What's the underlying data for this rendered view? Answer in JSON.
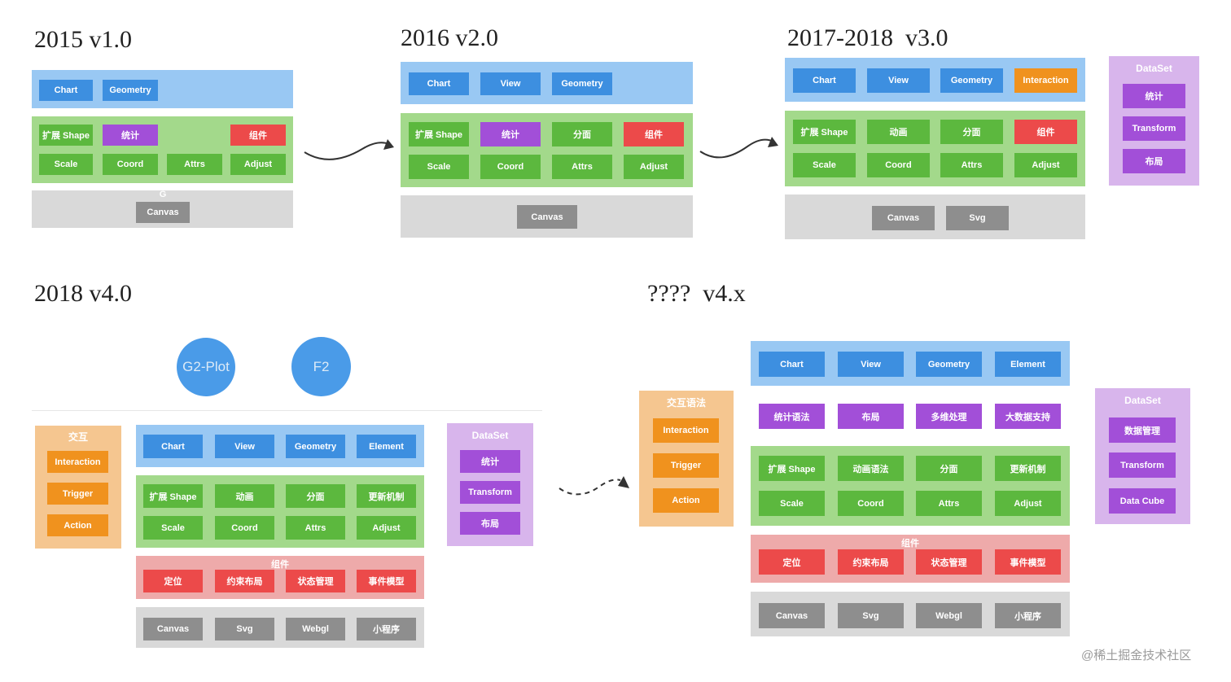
{
  "titles": {
    "v1": "2015 v1.0",
    "v2": "2016 v2.0",
    "v3": "2017-2018  v3.0",
    "v4": "2018 v4.0",
    "v4x": "????  v4.x"
  },
  "v1": {
    "blue": [
      "Chart",
      "Geometry"
    ],
    "row1": [
      "扩展 Shape",
      "统计",
      "组件"
    ],
    "row2": [
      "Scale",
      "Coord",
      "Attrs",
      "Adjust"
    ],
    "g_label": "G",
    "render": [
      "Canvas"
    ]
  },
  "v2": {
    "blue": [
      "Chart",
      "View",
      "Geometry"
    ],
    "row1": [
      "扩展 Shape",
      "统计",
      "分面",
      "组件"
    ],
    "row2": [
      "Scale",
      "Coord",
      "Attrs",
      "Adjust"
    ],
    "render": [
      "Canvas"
    ]
  },
  "v3": {
    "blue": [
      "Chart",
      "View",
      "Geometry",
      "Interaction"
    ],
    "row1": [
      "扩展 Shape",
      "动画",
      "分面",
      "组件"
    ],
    "row2": [
      "Scale",
      "Coord",
      "Attrs",
      "Adjust"
    ],
    "render": [
      "Canvas",
      "Svg"
    ],
    "dataset_title": "DataSet",
    "dataset": [
      "统计",
      "Transform",
      "布局"
    ]
  },
  "v4": {
    "circles": [
      "G2-Plot",
      "F2"
    ],
    "interaction_title": "交互",
    "interaction": [
      "Interaction",
      "Trigger",
      "Action"
    ],
    "blue": [
      "Chart",
      "View",
      "Geometry",
      "Element"
    ],
    "row1": [
      "扩展 Shape",
      "动画",
      "分面",
      "更新机制"
    ],
    "row2": [
      "Scale",
      "Coord",
      "Attrs",
      "Adjust"
    ],
    "component_title": "组件",
    "component": [
      "定位",
      "约束布局",
      "状态管理",
      "事件模型"
    ],
    "render": [
      "Canvas",
      "Svg",
      "Webgl",
      "小程序"
    ],
    "dataset_title": "DataSet",
    "dataset": [
      "统计",
      "Transform",
      "布局"
    ]
  },
  "v4x": {
    "interaction_title": "交互语法",
    "interaction": [
      "Interaction",
      "Trigger",
      "Action"
    ],
    "blue": [
      "Chart",
      "View",
      "Geometry",
      "Element"
    ],
    "purple_row": [
      "统计语法",
      "布局",
      "多维处理",
      "大数据支持"
    ],
    "row1": [
      "扩展 Shape",
      "动画语法",
      "分面",
      "更新机制"
    ],
    "row2": [
      "Scale",
      "Coord",
      "Attrs",
      "Adjust"
    ],
    "component_title": "组件",
    "component": [
      "定位",
      "约束布局",
      "状态管理",
      "事件模型"
    ],
    "render": [
      "Canvas",
      "Svg",
      "Webgl",
      "小程序"
    ],
    "dataset_title": "DataSet",
    "dataset": [
      "数据管理",
      "Transform",
      "Data Cube"
    ]
  },
  "watermark": "@稀土掘金技术社区",
  "colors": {
    "blue_band": "#99c8f3",
    "green_band": "#a3d98b",
    "gray_band": "#d9d9d9",
    "red_band": "#eeaaaa",
    "orange_band": "#f5c690",
    "purple_band": "#d8b5ec",
    "blue": "#3d8fe0",
    "green": "#5cb83e",
    "purple": "#a24fd8",
    "red": "#ec4a4a",
    "gray": "#8e8e8e",
    "orange": "#f0921e"
  }
}
